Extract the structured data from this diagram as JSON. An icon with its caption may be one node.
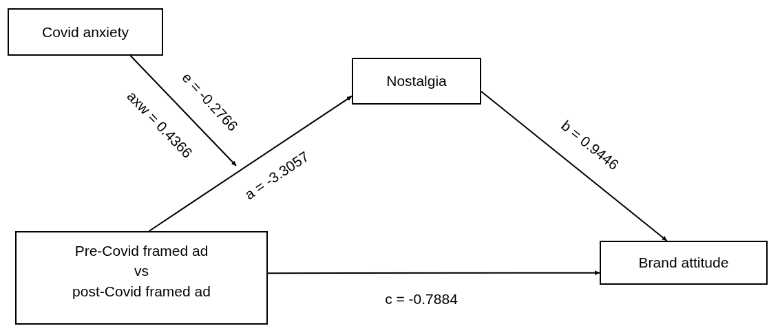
{
  "diagram": {
    "nodes": [
      {
        "text": [
          "Covid anxiety"
        ]
      },
      {
        "text": [
          "Nostalgia"
        ]
      },
      {
        "text": [
          "Pre-Covid framed ad",
          "vs",
          "post-Covid framed ad"
        ]
      },
      {
        "text": [
          "Brand attitude"
        ]
      }
    ],
    "edges": [
      {
        "from": 0,
        "to": null,
        "arrow": "to",
        "label": "e = -0.2766"
      },
      {
        "from": 2,
        "to": 1,
        "arrow": "to",
        "label": "a = -3.3057"
      },
      {
        "from": 1,
        "to": 3,
        "arrow": "to",
        "label": "b = 0.9446"
      },
      {
        "from": 2,
        "to": 3,
        "arrow": "to",
        "label": "c = -0.7884"
      }
    ],
    "labels": [
      "axw = 0.4366"
    ]
  }
}
